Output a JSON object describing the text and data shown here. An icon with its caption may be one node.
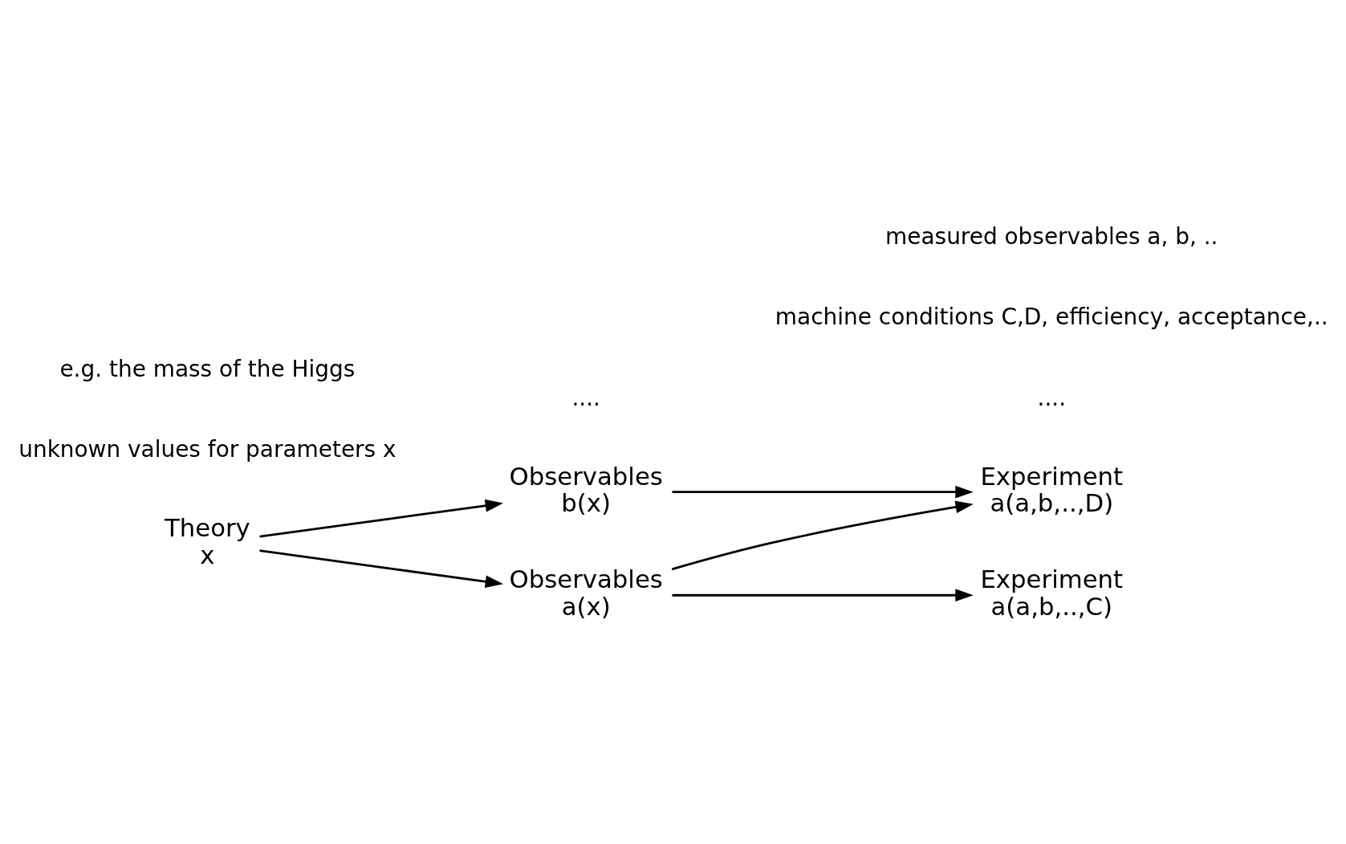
{
  "diagram": {
    "nodes": [
      {
        "text": [
          "Theory",
          "x"
        ]
      },
      {
        "text": [
          "Observables",
          "a(x)"
        ]
      },
      {
        "text": [
          "Observables",
          "b(x)"
        ]
      },
      {
        "text": [
          "Experiment",
          "a(a,b,..,C)"
        ]
      },
      {
        "text": [
          "Experiment",
          "a(a,b,..,D)"
        ]
      }
    ],
    "edges": [
      {
        "from": 0,
        "to": 1,
        "arrow": "to"
      },
      {
        "from": 0,
        "to": 2,
        "arrow": "to"
      },
      {
        "from": 1,
        "to": 3,
        "arrow": "to"
      },
      {
        "from": 1,
        "to": 4,
        "arrow": "to"
      },
      {
        "from": 2,
        "to": 4,
        "arrow": "to"
      }
    ],
    "labels": [
      "....",
      "....",
      "unknown values for parameters x",
      "e.g. the mass of the Higgs",
      "machine conditions C,D, efficiency, acceptance,..",
      "measured observables a, b, .."
    ]
  }
}
